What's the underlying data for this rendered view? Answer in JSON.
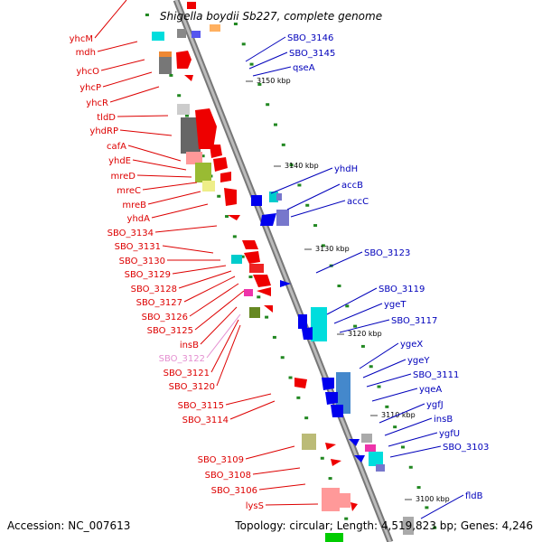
{
  "title": "Shigella boydii Sb227, complete genome",
  "accession": "Accession: NC_007613",
  "topology": "Topology: circular; Length: 4,519,823 bp; Genes: 4,246",
  "colors": {
    "backbone": "#999999",
    "left_label": "#dd0000",
    "right_label": "#0000bb",
    "pseudo_label": "#e48fd0",
    "tick": "#228822"
  },
  "kbp_ticks": [
    "3150 kbp",
    "3140 kbp",
    "3130 kbp",
    "3120 kbp",
    "3110 kbp",
    "3100 kbp"
  ],
  "left_genes": [
    "yhcM",
    "mdh",
    "yhcO",
    "yhcP",
    "yhcR",
    "tldD",
    "yhdRP",
    "cafA",
    "yhdE",
    "mreD",
    "mreC",
    "mreB",
    "yhdA",
    "SBO_3134",
    "SBO_3131",
    "SBO_3130",
    "SBO_3129",
    "SBO_3128",
    "SBO_3127",
    "SBO_3126",
    "SBO_3125",
    "insB",
    "SBO_3122",
    "SBO_3121",
    "SBO_3120",
    "SBO_3115",
    "SBO_3114",
    "SBO_3109",
    "SBO_3108",
    "SBO_3106",
    "lysS"
  ],
  "right_genes": [
    "SBO_3146",
    "SBO_3145",
    "qseA",
    "yhdH",
    "accB",
    "accC",
    "SBO_3123",
    "SBO_3119",
    "ygeT",
    "SBO_3117",
    "ygeX",
    "ygeY",
    "SBO_3111",
    "yqeA",
    "ygfJ",
    "insB",
    "ygfU",
    "SBO_3103",
    "fldB"
  ]
}
